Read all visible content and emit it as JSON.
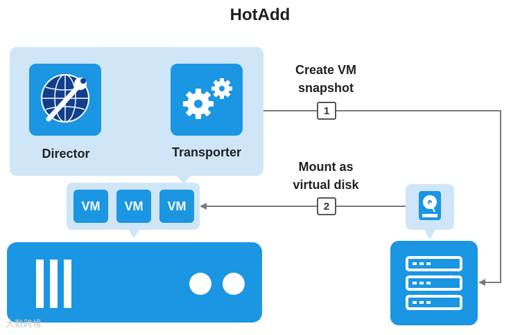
{
  "title": "HotAdd",
  "components": {
    "director_label": "Director",
    "transporter_label": "Transporter",
    "vms": [
      "VM",
      "VM",
      "VM"
    ]
  },
  "steps": [
    {
      "number": "1",
      "label_line1": "Create VM",
      "label_line2": "snapshot"
    },
    {
      "number": "2",
      "label_line1": "Mount as",
      "label_line2": "virtual disk"
    }
  ],
  "watermark": "大数跨境",
  "icons": [
    "globe-wrench-icon",
    "gears-icon",
    "hard-disk-icon",
    "storage-server-icon",
    "bidirectional-arrow-icon"
  ],
  "colors": {
    "accent": "#1a96e2",
    "panel": "#cfe6f8",
    "connector": "#7a7a7a"
  }
}
